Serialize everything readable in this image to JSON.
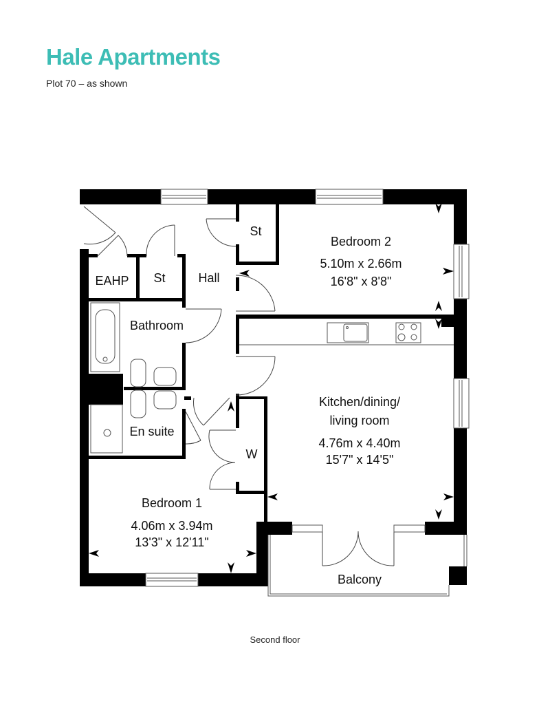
{
  "header": {
    "title": "Hale Apartments",
    "subtitle": "Plot 70 – as shown"
  },
  "colors": {
    "accent": "#3dbdb5",
    "wall": "#000000",
    "text": "#111111"
  },
  "rooms": {
    "bedroom2": {
      "name": "Bedroom 2",
      "metric": "5.10m x 2.66m",
      "imperial": "16'8\" x 8'8\""
    },
    "kitchen": {
      "name_line1": "Kitchen/dining/",
      "name_line2": "living room",
      "metric": "4.76m x 4.40m",
      "imperial": "15'7\" x 14'5\""
    },
    "bedroom1": {
      "name": "Bedroom 1",
      "metric": "4.06m x 3.94m",
      "imperial": "13'3\" x 12'11\""
    },
    "bathroom": {
      "name": "Bathroom"
    },
    "ensuite": {
      "name": "En suite"
    },
    "hall": {
      "name": "Hall"
    },
    "eahp": {
      "name": "EAHP"
    },
    "store1": {
      "name": "St"
    },
    "store2": {
      "name": "St"
    },
    "wardrobe": {
      "name": "W"
    },
    "balcony": {
      "name": "Balcony"
    }
  },
  "footer": {
    "floor": "Second floor"
  }
}
